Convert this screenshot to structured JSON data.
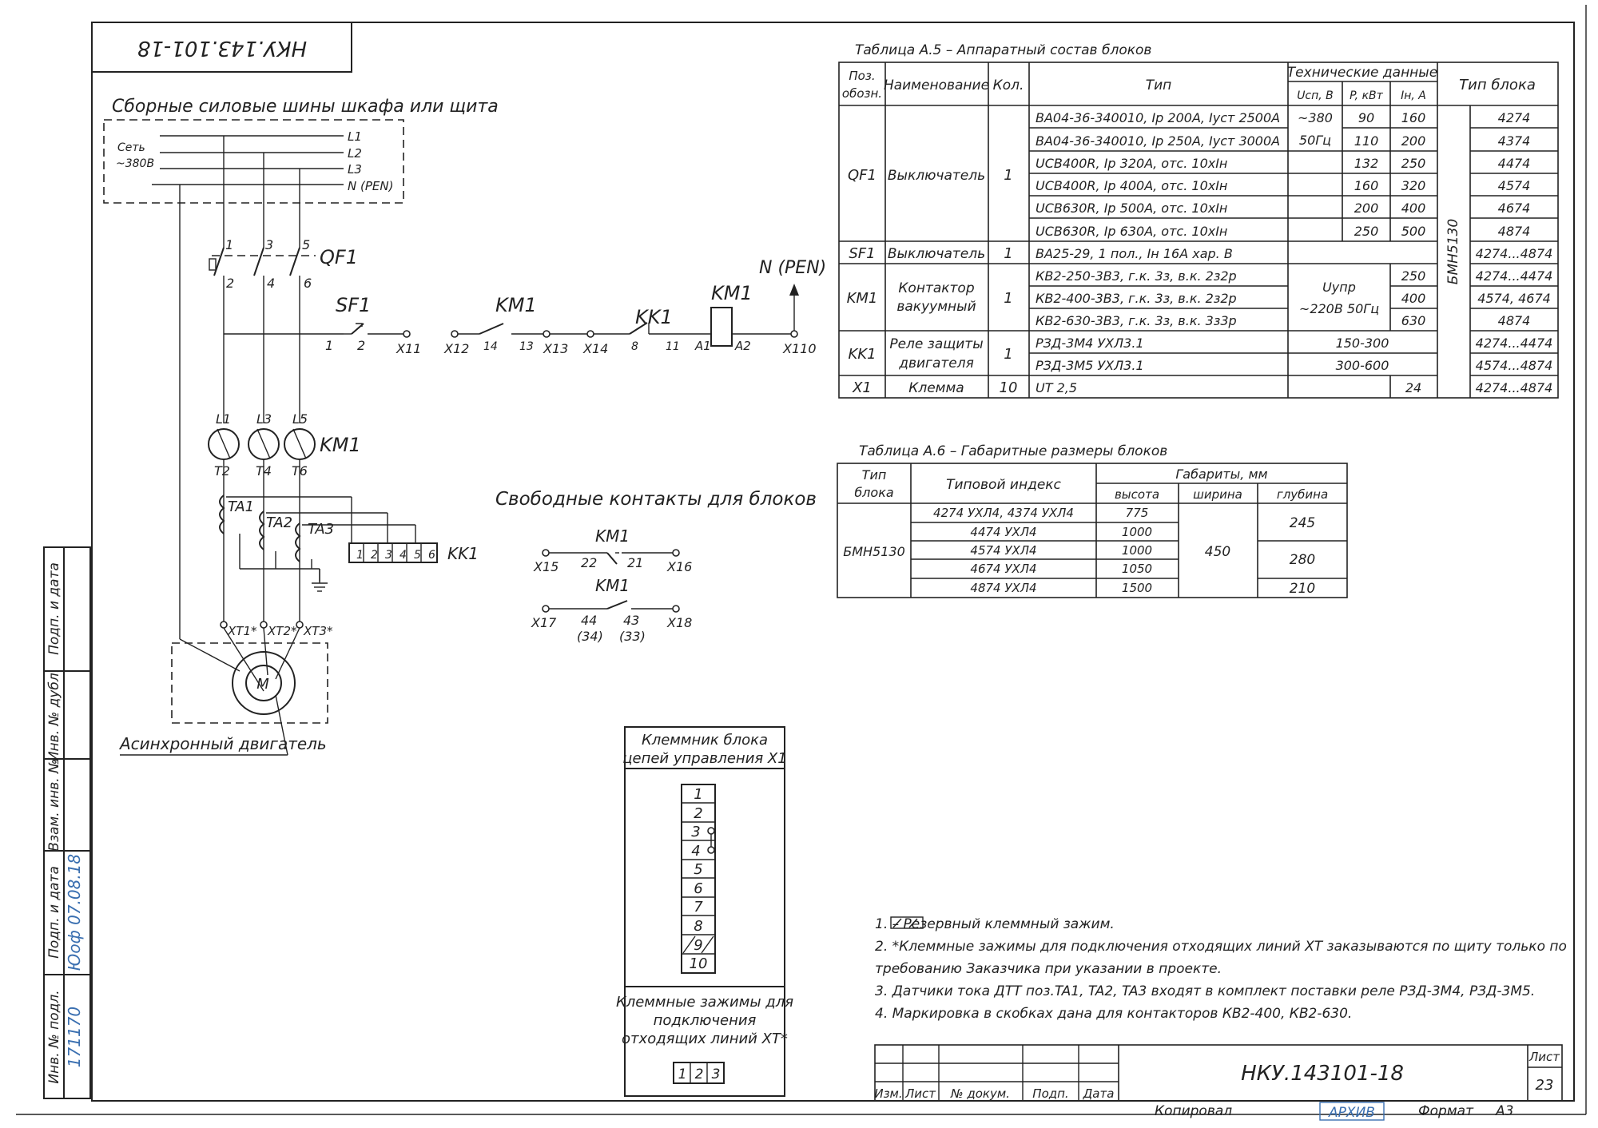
{
  "doc_code": "НКУ.143.101-18",
  "bus_title": "Сборные силовые шины шкафа или щита",
  "net_label_1": "Сеть",
  "net_label_2": "~380В",
  "bus": [
    "L1",
    "L2",
    "L3",
    "N (PEN)"
  ],
  "qf1": {
    "label": "QF1",
    "top": [
      "1",
      "3",
      "5"
    ],
    "bottom": [
      "2",
      "4",
      "6"
    ]
  },
  "sf1": {
    "label": "SF1",
    "p1": "1",
    "p2": "2"
  },
  "ctrl": {
    "x11": "X11",
    "x12": "X12",
    "km1a": "KM1",
    "c14": "14",
    "c13": "13",
    "x13": "X13",
    "x14": "X14",
    "kk1": "KK1",
    "c8": "8",
    "c11": "11",
    "km1coil": "KM1",
    "a1": "A1",
    "a2": "A2",
    "x110": "X110",
    "npen": "N (PEN)"
  },
  "km1_main": {
    "label": "KM1",
    "top": [
      "L1",
      "L3",
      "L5"
    ],
    "bottom": [
      "T2",
      "T4",
      "T6"
    ]
  },
  "ta": [
    "TA1",
    "TA2",
    "TA3"
  ],
  "kk1_label": "KK1",
  "kk1_terms": [
    "1",
    "2",
    "3",
    "4",
    "5",
    "6"
  ],
  "xt": [
    "XT1*",
    "XT2*",
    "XT3*"
  ],
  "motor_symbol": "M",
  "motor_label": "Асинхронный двигатель",
  "free_title": "Свободные контакты для блоков",
  "free": {
    "x15": "X15",
    "x16": "X16",
    "km1a": "KM1",
    "c22": "22",
    "c21": "21",
    "x17": "X17",
    "x18": "X18",
    "km1b": "KM1",
    "c44": "44",
    "c43": "43",
    "c34": "(34)",
    "c33": "(33)"
  },
  "x1_title_1": "Клеммник блока",
  "x1_title_2": "цепей управления X1",
  "x1_terms": [
    "1",
    "2",
    "3",
    "4",
    "5",
    "6",
    "7",
    "8",
    "9",
    "10"
  ],
  "xt_title": [
    "Клеммные зажимы для",
    "подключения",
    "отходящих линий XT*"
  ],
  "xt_terms": [
    "1",
    "2",
    "3"
  ],
  "table5": {
    "title": "Таблица А.5 – Аппаратный состав блоков",
    "h_pos_1": "Поз.",
    "h_pos_2": "обозн.",
    "h_name": "Наименование",
    "h_qty": "Кол.",
    "h_type": "Тип",
    "h_tech": "Технические данные",
    "h_u": "Uсп, В",
    "h_p": "P, кВт",
    "h_i": "Iн, A",
    "h_block": "Тип блока",
    "block_type": "БМН5130",
    "qf1_pos": "QF1",
    "qf1_name": "Выключатель",
    "qf1_qty": "1",
    "qf1_u1": "~380",
    "qf1_u2": "50Гц",
    "qf1_rows": [
      {
        "type": "ВА04-36-340010, Iр 200А, Iуст 2500А",
        "p": "90",
        "i": "160",
        "block": "4274"
      },
      {
        "type": "ВА04-36-340010, Iр 250А, Iуст 3000А",
        "p": "110",
        "i": "200",
        "block": "4374"
      },
      {
        "type": "UCB400R, Iр 320А, отс. 10хIн",
        "p": "132",
        "i": "250",
        "block": "4474"
      },
      {
        "type": "UCB400R, Iр 400А, отс. 10хIн",
        "p": "160",
        "i": "320",
        "block": "4574"
      },
      {
        "type": "UCB630R, Iр 500А, отс. 10хIн",
        "p": "200",
        "i": "400",
        "block": "4674"
      },
      {
        "type": "UCB630R, Iр 630А, отс. 10хIн",
        "p": "250",
        "i": "500",
        "block": "4874"
      }
    ],
    "sf1_pos": "SF1",
    "sf1_name": "Выключатель",
    "sf1_qty": "1",
    "sf1_type": "ВА25-29, 1 пол., Iн 16А хар. В",
    "sf1_block": "4274...4874",
    "km1_pos": "KM1",
    "km1_name_1": "Контактор",
    "km1_name_2": "вакуумный",
    "km1_qty": "1",
    "km1_u1": "Uупр",
    "km1_u2": "~220В 50Гц",
    "km1_rows": [
      {
        "type": "КВ2-250-3В3, г.к. 3з, в.к. 2з2р",
        "i": "250",
        "block": "4274...4474"
      },
      {
        "type": "КВ2-400-3В3, г.к. 3з, в.к. 2з2р",
        "i": "400",
        "block": "4574, 4674"
      },
      {
        "type": "КВ2-630-3В3, г.к. 3з, в.к. 3з3р",
        "i": "630",
        "block": "4874"
      }
    ],
    "kk1_pos": "KK1",
    "kk1_name_1": "Реле защиты",
    "kk1_name_2": "двигателя",
    "kk1_qty": "1",
    "kk1_rows": [
      {
        "type": "РЗД-3М4 УХЛ3.1",
        "range": "150-300",
        "block": "4274...4474"
      },
      {
        "type": "РЗД-3М5 УХЛ3.1",
        "range": "300-600",
        "block": "4574...4874"
      }
    ],
    "x1_pos": "X1",
    "x1_name": "Клемма",
    "x1_qty": "10",
    "x1_type": "UT 2,5",
    "x1_i": "24",
    "x1_block": "4274...4874"
  },
  "table6": {
    "title": "Таблица А.6 – Габаритные размеры блоков",
    "h_type_1": "Тип",
    "h_type_2": "блока",
    "h_index": "Типовой индекс",
    "h_dims": "Габариты, мм",
    "h_h": "высота",
    "h_w": "ширина",
    "h_d": "глубина",
    "block": "БМН5130",
    "width": "450",
    "rows": [
      {
        "index": "4274 УХЛ4, 4374 УХЛ4",
        "h": "775"
      },
      {
        "index": "4474 УХЛ4",
        "h": "1000"
      },
      {
        "index": "4574 УХЛ4",
        "h": "1000"
      },
      {
        "index": "4674 УХЛ4",
        "h": "1050"
      },
      {
        "index": "4874 УХЛ4",
        "h": "1500"
      }
    ],
    "depth_1": "245",
    "depth_2": "280",
    "depth_3": "210"
  },
  "notes": [
    "1.        – Резервный клеммный зажим.",
    "2.  *Клеммные зажимы для подключения отходящих линий XT заказываются по щиту только по",
    "     требованию Заказчика при указании в проекте.",
    "3. Датчики тока ДТТ поз.TA1, TA2, TA3 входят в комплект поставки реле РЗД-3М4, РЗД-3М5.",
    "4. Маркировка в скобках дана для контакторов КВ2-400, КВ2-630."
  ],
  "side": {
    "c1": "Подп. и дата",
    "c2": "Инв. № дубл.",
    "c3": "Взам. инв. №",
    "c4": "Подп. и дата",
    "c5": "Инв. № подл.",
    "handwritten_date": "Юоф 07.08.18",
    "inv_number": "171170"
  },
  "titleblock": {
    "code": "НКУ.143101-18",
    "sheet_label": "Лист",
    "sheet_no": "23",
    "cols": [
      "Изм.",
      "Лист",
      "№ докум.",
      "Подп.",
      "Дата"
    ],
    "copied": "Копировал",
    "archive": "АРХИВ",
    "format_label": "Формат",
    "format": "А3"
  }
}
